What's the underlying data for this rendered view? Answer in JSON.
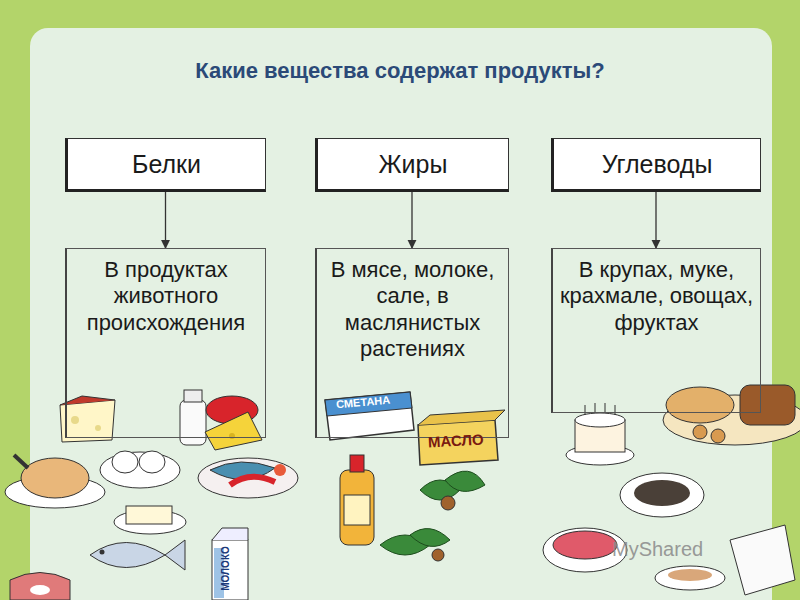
{
  "diagram": {
    "title": "Какие вещества содержат продукты?",
    "nodes": [
      {
        "text": [
          "Белки"
        ]
      },
      {
        "text": [
          "Жиры"
        ]
      },
      {
        "text": [
          "Углеводы"
        ]
      },
      {
        "text": [
          "В продуктах животного происхождения"
        ]
      },
      {
        "text": [
          "В мясе, молоке, сале, в маслянистых растениях"
        ]
      },
      {
        "text": [
          "В крупах, муке, крахмале, овощах, фруктах"
        ]
      }
    ],
    "edges": [
      {
        "from": 0,
        "to": 3,
        "arrow": "to"
      },
      {
        "from": 1,
        "to": 4,
        "arrow": "to"
      },
      {
        "from": 2,
        "to": 5,
        "arrow": "to"
      }
    ],
    "labels": [
      "СМЕТАНА",
      "МАСЛО",
      "МОЛОКО",
      "MyShared"
    ]
  }
}
